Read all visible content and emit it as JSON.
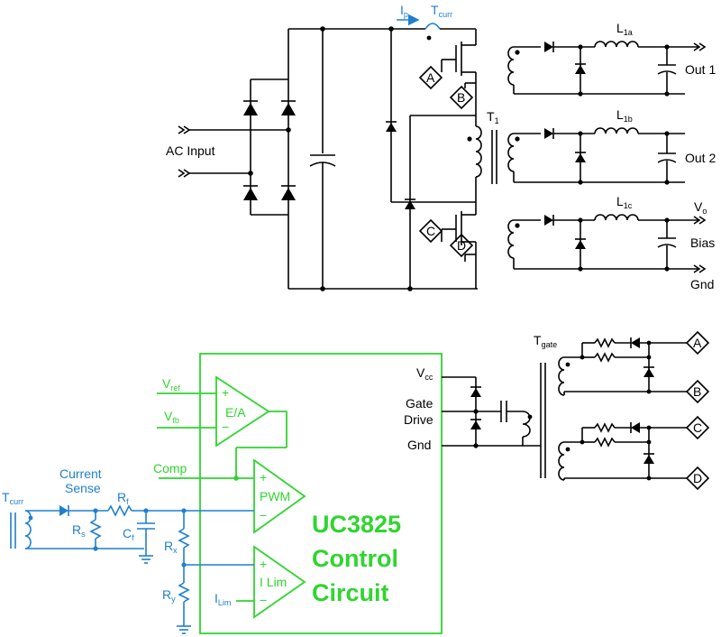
{
  "labels": {
    "ac_input": "AC Input",
    "ip_main": "I",
    "ip_sub": "p",
    "tcurr_main": "T",
    "tcurr_sub": "curr",
    "t1_main": "T",
    "t1_sub": "1",
    "l1a_main": "L",
    "l1a_sub": "1a",
    "l1b_main": "L",
    "l1b_sub": "1b",
    "l1c_main": "L",
    "l1c_sub": "1c",
    "out1": "Out 1",
    "out2": "Out 2",
    "vo_main": "V",
    "vo_sub": "o",
    "bias": "Bias",
    "gnd_out": "Gnd",
    "node_a": "A",
    "node_b": "B",
    "node_c": "C",
    "node_d": "D",
    "tgate_main": "T",
    "tgate_sub": "gate",
    "vcc_main": "V",
    "vcc_sub": "cc",
    "gate": "Gate",
    "drive": "Drive",
    "gnd_ctrl": "Gnd",
    "vref_main": "V",
    "vref_sub": "ref",
    "vfb_main": "V",
    "vfb_sub": "fb",
    "ea": "E/A",
    "comp": "Comp",
    "pwm": "PWM",
    "ilim_amp": "I Lim",
    "ilim_in_main": "I",
    "ilim_in_sub": "Lim",
    "current": "Current",
    "sense": "Sense",
    "tcurr2_main": "T",
    "tcurr2_sub": "curr",
    "rf_main": "R",
    "rf_sub": "f",
    "rs_main": "R",
    "rs_sub": "s",
    "cf_main": "C",
    "cf_sub": "f",
    "rx_main": "R",
    "rx_sub": "x",
    "ry_main": "R",
    "ry_sub": "y",
    "plus": "+",
    "minus": "−",
    "uc1": "UC3825",
    "uc2": "Control",
    "uc3": "Circuit"
  },
  "colors": {
    "power": "#000000",
    "sense": "#1f7fd1",
    "control": "#2fd52f"
  }
}
